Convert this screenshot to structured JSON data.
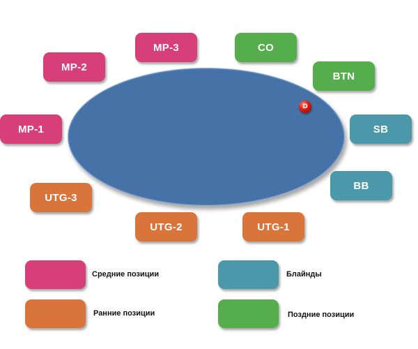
{
  "colors": {
    "middle": "#d63f78",
    "early": "#d9753a",
    "late": "#55ad4c",
    "blinds": "#4a98aa",
    "table": "#4672a8",
    "dealer_button": "#e01a10"
  },
  "dealer_button": {
    "label": "D"
  },
  "seats": {
    "mp3": "MP-3",
    "co": "CO",
    "mp2": "MP-2",
    "btn": "BTN",
    "mp1": "MP-1",
    "sb": "SB",
    "bb": "BB",
    "utg3": "UTG-3",
    "utg2": "UTG-2",
    "utg1": "UTG-1"
  },
  "legend": {
    "middle": "Средние позиции",
    "blinds": "Блайнды",
    "early": "Ранние позиции",
    "late": "Поздние позиции"
  }
}
